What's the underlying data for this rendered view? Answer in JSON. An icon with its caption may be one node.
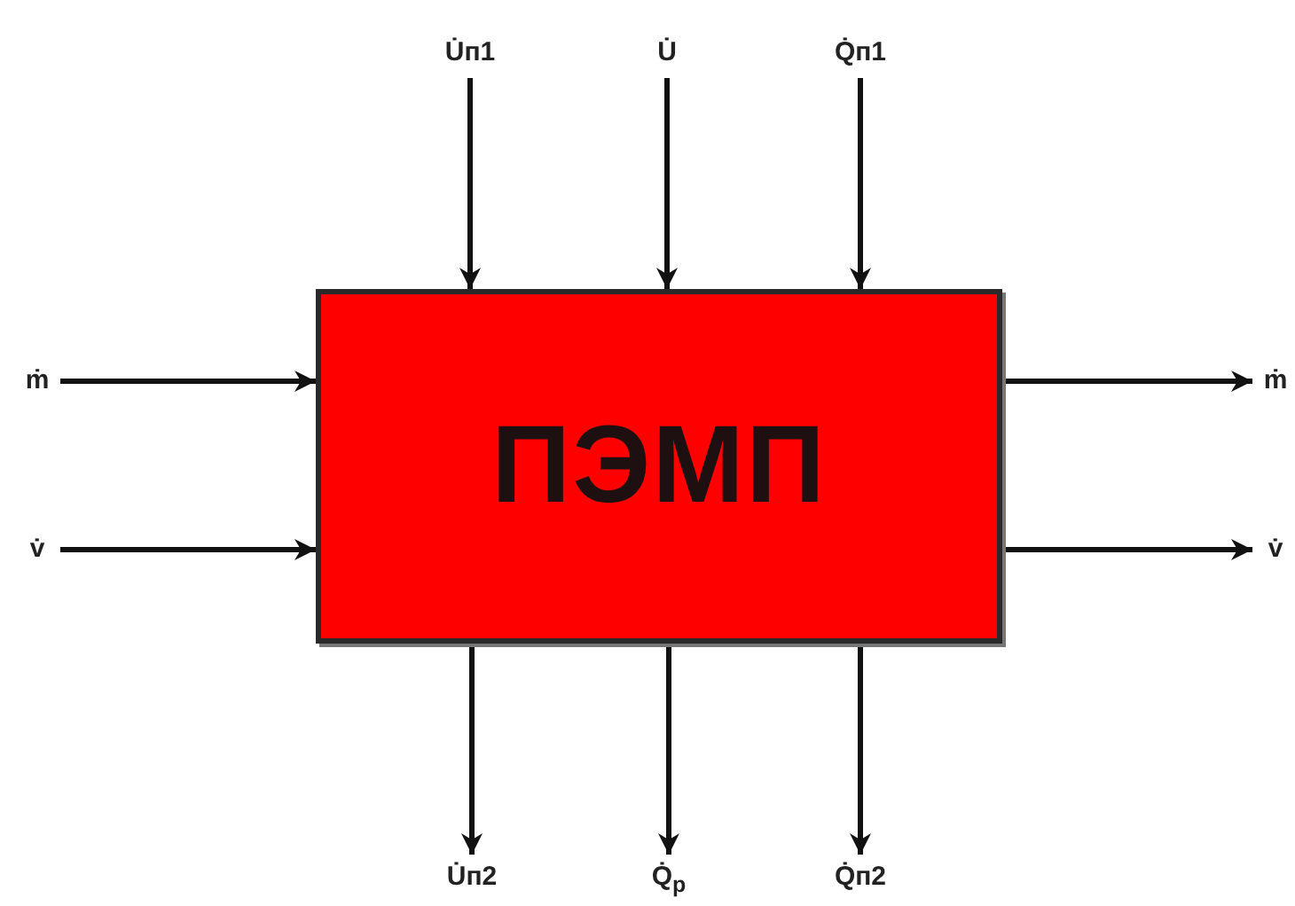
{
  "diagram": {
    "nodes": [
      {
        "text": [
          "U̇п1"
        ]
      },
      {
        "text": [
          "U̇"
        ]
      },
      {
        "text": [
          "Q̇п1"
        ]
      },
      {
        "text": [
          "ṁ"
        ]
      },
      {
        "text": [
          "ПЭМП"
        ]
      },
      {
        "text": [
          "ṁ"
        ]
      },
      {
        "text": [
          "v̇"
        ]
      },
      {
        "text": [
          "v̇"
        ]
      },
      {
        "text": [
          "U̇п2"
        ]
      },
      {
        "text": [
          "Q̇$_{р}$"
        ]
      },
      {
        "text": [
          "Q̇п2"
        ]
      }
    ],
    "edges": [
      {
        "from": 0,
        "to": 4,
        "arrow": "to"
      },
      {
        "from": 1,
        "to": 4,
        "arrow": "to"
      },
      {
        "from": 2,
        "to": 4,
        "arrow": "to"
      },
      {
        "from": 3,
        "to": 4,
        "arrow": "to"
      },
      {
        "from": 4,
        "to": 5,
        "arrow": "to"
      },
      {
        "from": 6,
        "to": 4,
        "arrow": "to"
      },
      {
        "from": 4,
        "to": 7,
        "arrow": "to"
      },
      {
        "from": 4,
        "to": 8,
        "arrow": "to"
      },
      {
        "from": 4,
        "to": 9,
        "arrow": "to"
      },
      {
        "from": 4,
        "to": 10,
        "arrow": "to"
      }
    ]
  }
}
